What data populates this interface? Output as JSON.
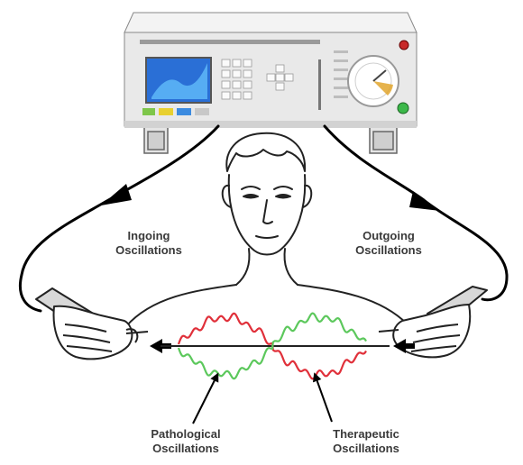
{
  "labels": {
    "ingoing": {
      "line1": "Ingoing",
      "line2": "Oscillations"
    },
    "outgoing": {
      "line1": "Outgoing",
      "line2": "Oscillations"
    },
    "pathological": {
      "line1": "Pathological",
      "line2": "Oscillations"
    },
    "therapeutic": {
      "line1": "Therapeutic",
      "line2": "Oscillations"
    }
  },
  "colors": {
    "pathological_wave": "#e0303a",
    "therapeutic_wave": "#5cc85c",
    "device_body": "#ececec",
    "device_panel": "#d8d8d8",
    "screen": "#2a6fd6",
    "cable": "#000000"
  },
  "icons": [
    "bicom-device",
    "person-face",
    "left-hand-electrode",
    "right-hand-electrode",
    "flow-arrow"
  ]
}
